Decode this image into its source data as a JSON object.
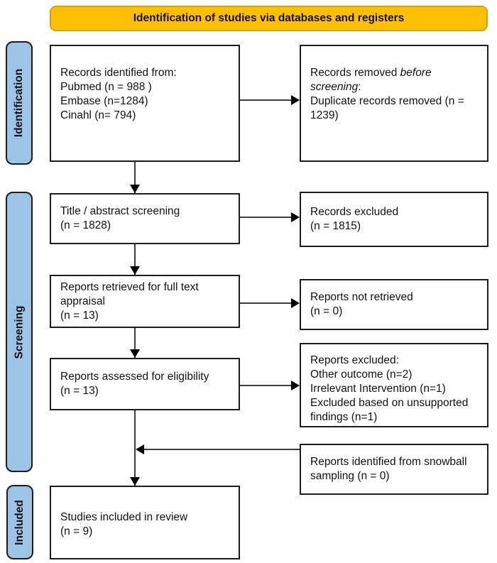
{
  "figure": {
    "banner": "Identification of studies via databases and registers"
  },
  "colors": {
    "banner_fill": "#FFC004",
    "banner_border": "#DCA000",
    "stage_fill": "#9DC3E6",
    "box_border": "#1c1c1c",
    "arrow_line": "#3d3d3d",
    "arrow_head": "#000000"
  },
  "stages": {
    "identification": "Identification",
    "screening": "Screening",
    "included": "Included"
  },
  "boxes": {
    "records_identified": {
      "line1": "Records identified from:",
      "sub1": "Pubmed (n = 988 )",
      "sub2": "Embase (n=1284)",
      "sub3": "Cinahl (n= 794)"
    },
    "records_removed": {
      "pre": "Records removed ",
      "italic": "before screening",
      "post": ":",
      "sub1": "Duplicate records removed (n = 1239)"
    },
    "title_abstract": {
      "line1": "Title / abstract screening",
      "line2": "(n = 1828)"
    },
    "records_excluded": {
      "line1": "Records excluded",
      "line2": "(n = 1815)"
    },
    "reports_retrieved": {
      "line1": "Reports retrieved for full text appraisal",
      "line2": "(n = 13)"
    },
    "reports_not_retrieved": {
      "line1": "Reports not retrieved",
      "line2": "(n = 0)"
    },
    "reports_assessed": {
      "line1": "Reports assessed for eligibility",
      "line2": "(n = 13)"
    },
    "reports_excluded": {
      "line1": "Reports excluded:",
      "sub1": "Other outcome (n=2)",
      "sub2": "Irrelevant Intervention (n=1)",
      "sub3": "Excluded based on unsupported findings (n=1)"
    },
    "snowball": {
      "line1": "Reports identified from snowball sampling (n = 0)"
    },
    "studies_included": {
      "line1": "Studies included in review",
      "line2": "(n = 9)"
    }
  }
}
